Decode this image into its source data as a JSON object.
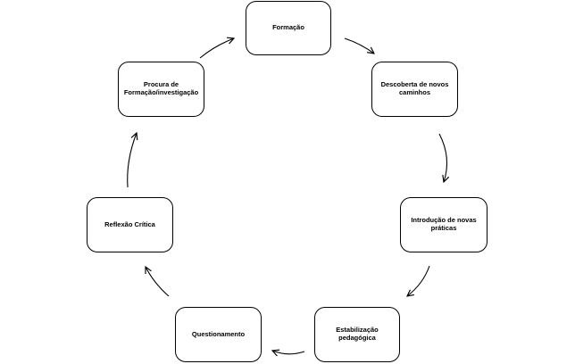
{
  "diagram": {
    "nodes": [
      {
        "id": "formacao",
        "label": "Formação"
      },
      {
        "id": "descoberta",
        "label": "Descoberta de novos caminhos"
      },
      {
        "id": "introducao",
        "label": "Introdução de novas práticas"
      },
      {
        "id": "estabilizacao",
        "label": "Estabilização pedagógica"
      },
      {
        "id": "questionamento",
        "label": "Questionamento"
      },
      {
        "id": "reflexao",
        "label": "Reflexão Crítica"
      },
      {
        "id": "procura",
        "label": "Procura de Formação/investigação"
      }
    ],
    "edges": [
      {
        "from": "formacao",
        "to": "descoberta"
      },
      {
        "from": "descoberta",
        "to": "introducao"
      },
      {
        "from": "introducao",
        "to": "estabilizacao"
      },
      {
        "from": "estabilizacao",
        "to": "questionamento"
      },
      {
        "from": "questionamento",
        "to": "reflexao"
      },
      {
        "from": "reflexao",
        "to": "procura"
      },
      {
        "from": "procura",
        "to": "formacao"
      }
    ],
    "colors": {
      "stroke": "#000000",
      "background": "#ffffff"
    }
  }
}
